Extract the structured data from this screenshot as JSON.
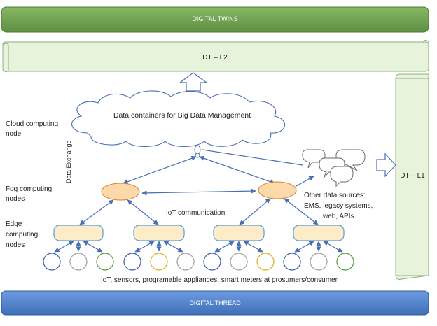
{
  "banners": {
    "digital_twins": "DIGITAL TWINS",
    "digital_thread": "DIGITAL THREAD"
  },
  "scrolls": {
    "dt_l2": "DT – L2",
    "dt_l1": "DT – L1"
  },
  "layers": {
    "cloud_line1": "Cloud computing",
    "cloud_line2": "node",
    "fog_line1": "Fog computing",
    "fog_line2": "nodes",
    "edge_line1": "Edge",
    "edge_line2": "computing",
    "edge_line3": "nodes"
  },
  "cloud_label": "Data containers for Big Data Management",
  "data_exchange": "Data Exchange",
  "iot_communication": "IoT communication",
  "other_sources": {
    "line1": "Other data sources:",
    "line2": "EMS, legacy systems,",
    "line3": "web, APIs"
  },
  "devices_caption": "IoT, sensors, programable appliances, smart meters at prosumers/consumer",
  "colors": {
    "digital_twins_fill": "#70a050",
    "digital_thread_fill": "#4a7ec8",
    "scroll_fill": "#e8f3dc",
    "scroll_stroke": "#8ab07a",
    "fog_node_fill": "#fbd9a8",
    "fog_node_stroke": "#d9823a",
    "edge_node_fill": "#fdecc8",
    "edge_node_stroke": "#5b9bd5",
    "arrow": "#4a6fb5",
    "device_blue": "#3a5fb0",
    "device_gray": "#a0a0a0",
    "device_green": "#5a9a3a",
    "device_yellow": "#e0b020"
  }
}
